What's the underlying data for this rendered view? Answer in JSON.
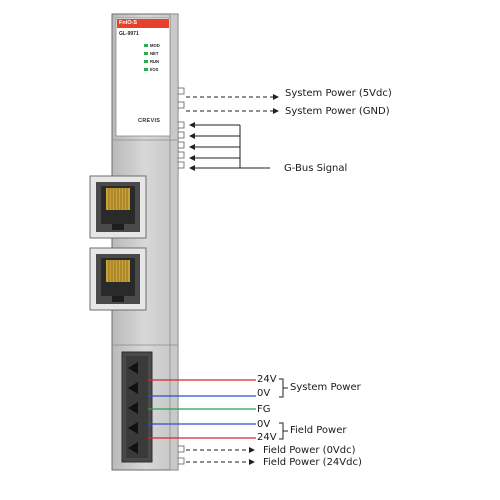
{
  "module": {
    "brand_badge": "FnIO-S",
    "model": "GL-9971",
    "leds": [
      {
        "label": "MOD",
        "color": "#22b14c"
      },
      {
        "label": "NET",
        "color": "#22b14c"
      },
      {
        "label": "RUN",
        "color": "#22b14c"
      },
      {
        "label": "I/OS",
        "color": "#22b14c"
      }
    ],
    "maker": "CREVIS",
    "badge_color": "#e8412b"
  },
  "labels": {
    "system_power_5v": "System Power (5Vdc)",
    "system_power_gnd": "System Power (GND)",
    "gbus": "G-Bus Signal",
    "t_24v_top": "24V",
    "t_0v_top": "0V",
    "system_power": "System Power",
    "fg": "FG",
    "t_0v_bottom": "0V",
    "field_power": "Field Power",
    "t_24v_bottom": "24V",
    "field_power_0v": "Field Power (0Vdc)",
    "field_power_24v": "Field Power (24Vdc)"
  },
  "wire_colors": {
    "red": "#d9252a",
    "blue": "#2a4fc9",
    "green": "#2e9e4a"
  }
}
